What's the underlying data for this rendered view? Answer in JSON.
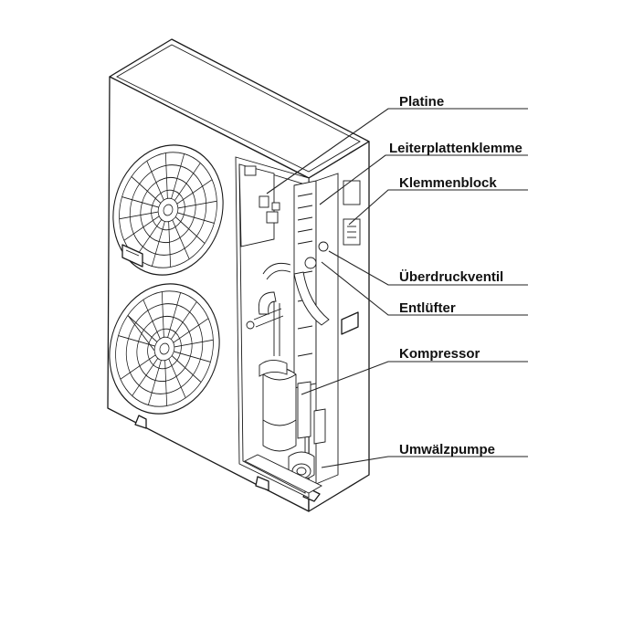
{
  "labels": {
    "platine": "Platine",
    "leiterplattenklemme": "Leiterplattenklemme",
    "klemmenblock": "Klemmenblock",
    "ueberdruckventil": "Überdruckventil",
    "entluefter": "Entlüfter",
    "kompressor": "Kompressor",
    "umwaelzpumpe": "Umwälzpumpe"
  },
  "colors": {
    "line": "#1a1a1a",
    "background": "#ffffff"
  }
}
